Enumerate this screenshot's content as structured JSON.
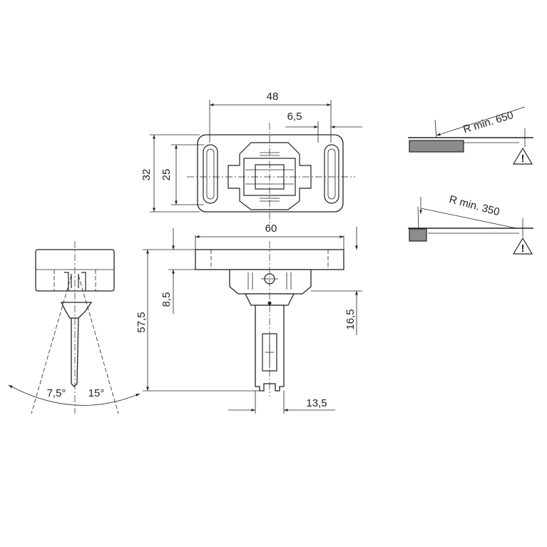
{
  "dimensions": {
    "width_overall": "48",
    "slot_offset": "6,5",
    "height_outer": "32",
    "height_inner": "25",
    "base_width": "60",
    "depth_flange": "8,5",
    "total_height": "57,5",
    "stem_depth": "16,5",
    "stem_width": "13,5",
    "angle_left": "7,5°",
    "angle_right": "15°"
  },
  "bend_radius": {
    "large": "R min. 650",
    "small": "R min. 350"
  },
  "warning_symbol": "!"
}
